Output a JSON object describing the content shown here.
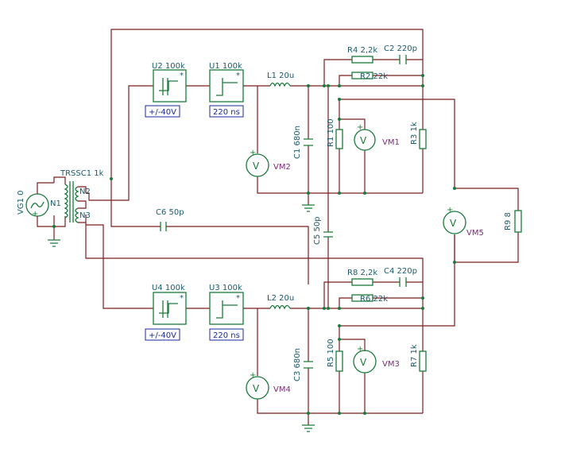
{
  "labels": {
    "u2": "U2 100k",
    "u2_range": "+/-40V",
    "u1": "U1 100k",
    "u1_delay": "220 ns",
    "l1": "L1 20u",
    "r4": "R4 2,2k",
    "c2": "C2 220p",
    "r2": "R2 22k",
    "c1": "C1 680n",
    "r1": "R1 100",
    "vm1": "VM1",
    "r3": "R3 1k",
    "vm2": "VM2",
    "vg1": "VG1 0",
    "transformer": "TRSSC1 1k",
    "n1": "N1",
    "n2": "N2",
    "n3": "N3",
    "c6": "C6 50p",
    "c5": "C5 50p",
    "vm5": "VM5",
    "r9": "R9 8",
    "u4": "U4 100k",
    "u4_range": "+/-40V",
    "u3": "U3 100k",
    "u3_delay": "220 ns",
    "l2": "L2 20u",
    "r8": "R8 2,2k",
    "c4": "C4 220p",
    "r6": "R6 22k",
    "c3": "C3 680n",
    "r5": "R5 100",
    "vm3": "VM3",
    "r7": "R7 1k",
    "vm4": "VM4"
  },
  "colors": {
    "wire": "#7a1f1f",
    "component": "#1a7a3a",
    "label": "#1a5a6a",
    "meter_label": "#7a2a7a",
    "parameter_box": "#1a2aa0"
  }
}
